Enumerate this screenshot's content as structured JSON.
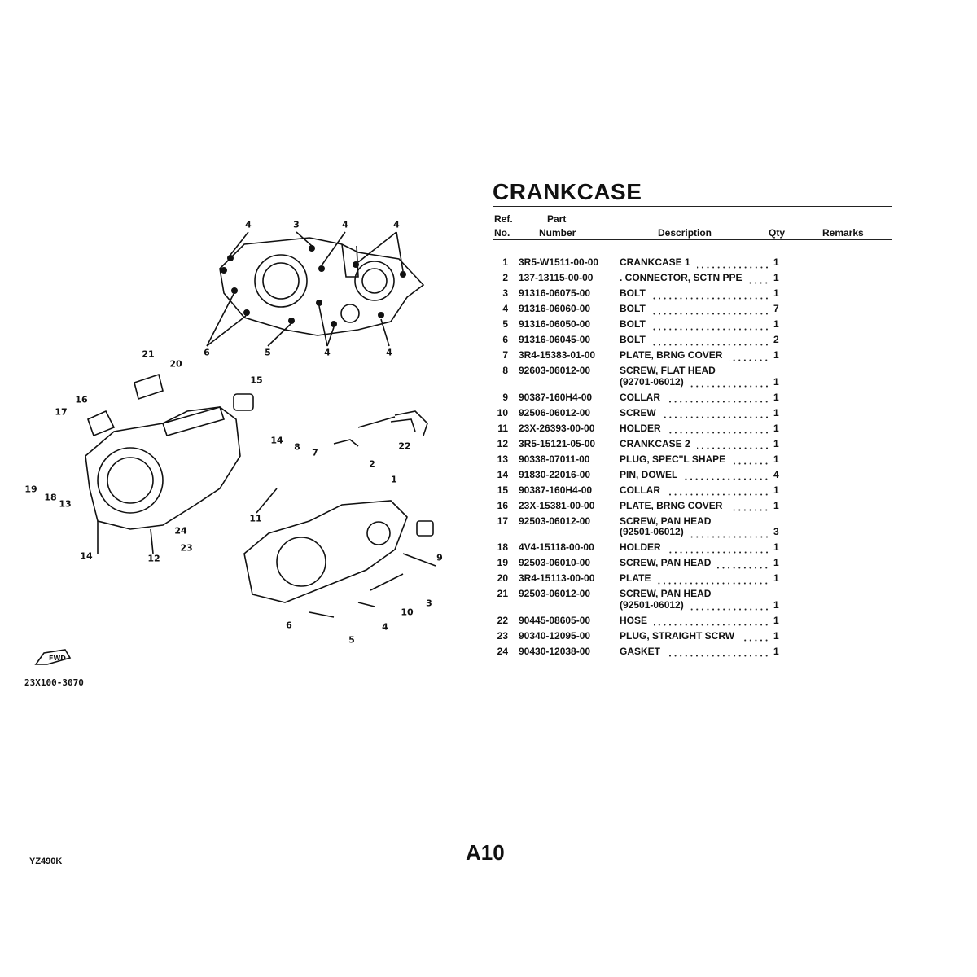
{
  "title": "CRANKCASE",
  "headers": {
    "ref1": "Ref.",
    "ref2": "No.",
    "part1": "Part",
    "part2": "Number",
    "description": "Description",
    "qty": "Qty",
    "remarks": "Remarks"
  },
  "rows": [
    {
      "ref": "1",
      "part": "3R5-W1511-00-00",
      "desc": [
        "CRANKCASE 1"
      ],
      "qty": "1"
    },
    {
      "ref": "2",
      "part": "137-13115-00-00",
      "desc": [
        ". CONNECTOR, SCTN PPE"
      ],
      "qty": "1"
    },
    {
      "ref": "3",
      "part": "91316-06075-00",
      "desc": [
        "BOLT"
      ],
      "qty": "1"
    },
    {
      "ref": "4",
      "part": "91316-06060-00",
      "desc": [
        "BOLT"
      ],
      "qty": "7"
    },
    {
      "ref": "5",
      "part": "91316-06050-00",
      "desc": [
        "BOLT"
      ],
      "qty": "1"
    },
    {
      "ref": "6",
      "part": "91316-06045-00",
      "desc": [
        "BOLT"
      ],
      "qty": "2"
    },
    {
      "ref": "7",
      "part": "3R4-15383-01-00",
      "desc": [
        "PLATE, BRNG COVER"
      ],
      "qty": "1"
    },
    {
      "ref": "8",
      "part": "92603-06012-00",
      "desc": [
        "SCREW, FLAT HEAD",
        "(92701-06012)"
      ],
      "qty": "1"
    },
    {
      "ref": "9",
      "part": "90387-160H4-00",
      "desc": [
        "COLLAR"
      ],
      "qty": "1"
    },
    {
      "ref": "10",
      "part": "92506-06012-00",
      "desc": [
        "SCREW"
      ],
      "qty": "1"
    },
    {
      "ref": "11",
      "part": "23X-26393-00-00",
      "desc": [
        "HOLDER"
      ],
      "qty": "1"
    },
    {
      "ref": "12",
      "part": "3R5-15121-05-00",
      "desc": [
        "CRANKCASE 2"
      ],
      "qty": "1"
    },
    {
      "ref": "13",
      "part": "90338-07011-00",
      "desc": [
        "PLUG, SPEC''L SHAPE"
      ],
      "qty": "1"
    },
    {
      "ref": "14",
      "part": "91830-22016-00",
      "desc": [
        "PIN, DOWEL"
      ],
      "qty": "4"
    },
    {
      "ref": "15",
      "part": "90387-160H4-00",
      "desc": [
        "COLLAR"
      ],
      "qty": "1"
    },
    {
      "ref": "16",
      "part": "23X-15381-00-00",
      "desc": [
        "PLATE, BRNG COVER"
      ],
      "qty": "1"
    },
    {
      "ref": "17",
      "part": "92503-06012-00",
      "desc": [
        "SCREW, PAN HEAD",
        "(92501-06012)"
      ],
      "qty": "3"
    },
    {
      "ref": "18",
      "part": "4V4-15118-00-00",
      "desc": [
        "HOLDER"
      ],
      "qty": "1"
    },
    {
      "ref": "19",
      "part": "92503-06010-00",
      "desc": [
        "SCREW, PAN HEAD"
      ],
      "qty": "1"
    },
    {
      "ref": "20",
      "part": "3R4-15113-00-00",
      "desc": [
        "PLATE"
      ],
      "qty": "1"
    },
    {
      "ref": "21",
      "part": "92503-06012-00",
      "desc": [
        "SCREW, PAN HEAD",
        "(92501-06012)"
      ],
      "qty": "1"
    },
    {
      "ref": "22",
      "part": "90445-08605-00",
      "desc": [
        "HOSE"
      ],
      "qty": "1"
    },
    {
      "ref": "23",
      "part": "90340-12095-00",
      "desc": [
        "PLUG, STRAIGHT SCRW"
      ],
      "qty": "1"
    },
    {
      "ref": "24",
      "part": "90430-12038-00",
      "desc": [
        "GASKET"
      ],
      "qty": "1"
    }
  ],
  "callouts": [
    "4",
    "3",
    "4",
    "4",
    "6",
    "5",
    "4",
    "4",
    "21",
    "20",
    "15",
    "16",
    "17",
    "22",
    "14",
    "8",
    "7",
    "2",
    "1",
    "19",
    "18",
    "13",
    "11",
    "24",
    "23",
    "12",
    "14",
    "9",
    "3",
    "10",
    "4",
    "6",
    "5"
  ],
  "diagram_code": "23X100-3070",
  "fwd_label": "FWD",
  "model": "YZ490K",
  "page_number": "A10"
}
